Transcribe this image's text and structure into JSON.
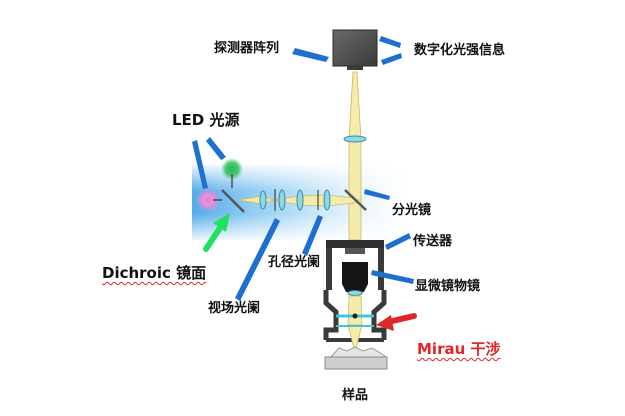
{
  "labels": {
    "detector_array": "探测器阵列",
    "digital_intensity": "数字化光强信息",
    "led_source": "LED 光源",
    "dichroic_mirror": "Dichroic 镜面",
    "beam_splitter": "分光镜",
    "aperture_stop": "孔径光阑",
    "field_stop": "视场光阑",
    "transmitter": "传送器",
    "microscope_objective": "显微镜物镜",
    "mirau_interferometer": "Mirau 干涉",
    "sample": "样品"
  },
  "colors": {
    "label_arrow": "#1f6fd0",
    "dichroic_arrow": "#22e060",
    "mirau_arrow": "#e0262a",
    "beam_yellow": "#f4ecaa",
    "beam_outline": "#c9b86a",
    "lens_cyan": "#8fd8e8",
    "led_green": "#2fc05a",
    "led_pink": "#e78ad8",
    "glow_blue": "#56b0ea"
  }
}
